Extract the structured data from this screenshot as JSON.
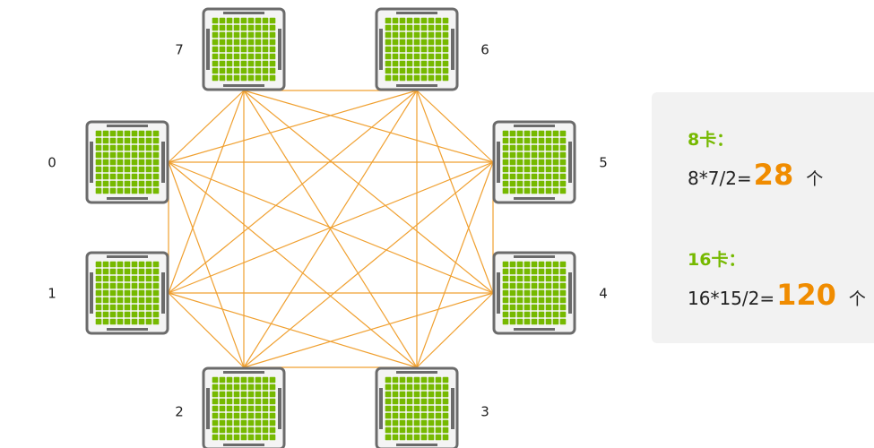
{
  "diagram": {
    "gpus": [
      {
        "id": "0",
        "label": "0"
      },
      {
        "id": "1",
        "label": "1"
      },
      {
        "id": "2",
        "label": "2"
      },
      {
        "id": "3",
        "label": "3"
      },
      {
        "id": "4",
        "label": "4"
      },
      {
        "id": "5",
        "label": "5"
      },
      {
        "id": "6",
        "label": "6"
      },
      {
        "id": "7",
        "label": "7"
      }
    ],
    "topology": "full-mesh",
    "colors": {
      "link": "#f0a030",
      "chip_core": "#76b900",
      "chip_frame": "#6b6b6b",
      "chip_bg": "#f4f4f4"
    }
  },
  "panel": {
    "card8": {
      "title": "8卡：",
      "formula": "8*7/2=",
      "result": "28",
      "unit": "个"
    },
    "card16": {
      "title": "16卡：",
      "formula": "16*15/2=",
      "result": "120",
      "unit": "个"
    }
  }
}
